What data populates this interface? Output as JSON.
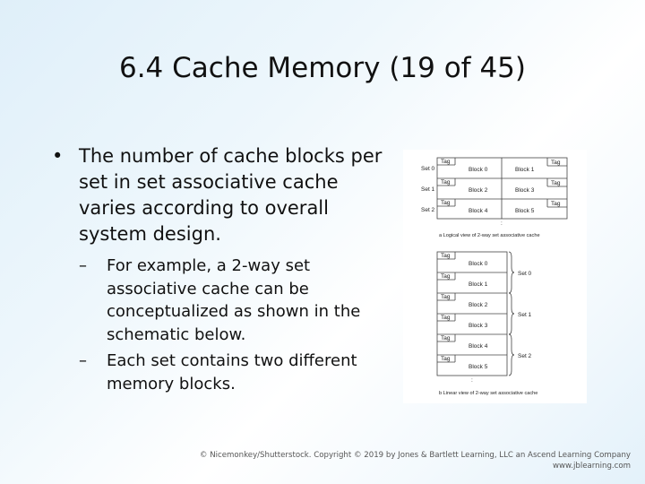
{
  "slide": {
    "title": "6.4 Cache Memory (19 of 45)",
    "bullet": "The number of cache blocks per set in set associative cache varies according to overall system design.",
    "sub_bullets": [
      "For example, a 2-way set associative cache can be conceptualized as shown in the schematic below.",
      "Each set contains two different memory blocks."
    ],
    "credit_line1": "© Nicemonkey/Shutterstock. Copyright © 2019 by Jones & Bartlett Learning, LLC an Ascend Learning Company",
    "credit_line2": "www.jblearning.com"
  },
  "figure": {
    "logical": {
      "caption": "a  Logical view of 2-way set associative cache",
      "tag_label": "Tag",
      "rows": [
        {
          "set": "Set 0",
          "block_a": "Block 0",
          "block_b": "Block 1"
        },
        {
          "set": "Set 1",
          "block_a": "Block 2",
          "block_b": "Block 3"
        },
        {
          "set": "Set 2",
          "block_a": "Block 4",
          "block_b": "Block 5"
        }
      ],
      "continuation": ":"
    },
    "linear": {
      "caption": "b  Linear view of 2-way set associative cache",
      "tag_label": "Tag",
      "blocks": [
        "Block 0",
        "Block 1",
        "Block 2",
        "Block 3",
        "Block 4",
        "Block 5"
      ],
      "sets": [
        "Set 0",
        "Set 1",
        "Set 2"
      ],
      "continuation": ":"
    }
  }
}
